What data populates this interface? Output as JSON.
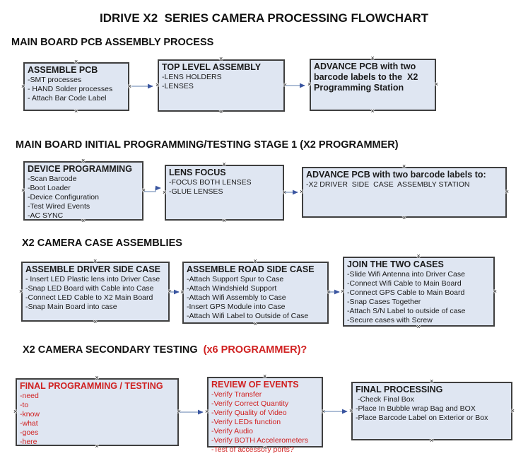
{
  "title": "IDRIVE X2  SERIES CAMERA PROCESSING FLOWCHART",
  "glyphs": {
    "handle": "×"
  },
  "colors": {
    "box_fill": "#dfe6f2",
    "box_border": "#3f3f3f",
    "arrow_line": "#94a9c9",
    "arrow_head": "#3a55a0",
    "accent_red": "#d02020",
    "text": "#1a1a1a"
  },
  "sections": [
    {
      "heading": "MAIN BOARD PCB ASSEMBLY PROCESS",
      "heading_accent": "",
      "boxes": [
        {
          "title": "ASSEMBLE PCB",
          "lines": [
            "-SMT processes",
            "- HAND Solder processes",
            "- Attach Bar Code Label"
          ]
        },
        {
          "title": "TOP LEVEL ASSEMBLY",
          "lines": [
            "-LENS HOLDERS",
            "-LENSES"
          ]
        },
        {
          "title": "ADVANCE PCB with two barcode labels to the  X2 Programming Station",
          "lines": []
        }
      ]
    },
    {
      "heading": "MAIN BOARD INITIAL PROGRAMMING/TESTING STAGE 1 (X2 PROGRAMMER)",
      "heading_accent": "",
      "boxes": [
        {
          "title": "DEVICE PROGRAMMING",
          "lines": [
            "-Scan Barcode",
            "-Boot Loader",
            "-Device Configuration",
            "-Test Wired Events",
            "-AC SYNC"
          ]
        },
        {
          "title": "LENS FOCUS",
          "lines": [
            "-FOCUS BOTH LENSES",
            "-GLUE LENSES"
          ]
        },
        {
          "title": "ADVANCE PCB with two barcode labels to:",
          "lines": [
            "-X2 DRIVER  SIDE  CASE  ASSEMBLY STATION"
          ]
        }
      ]
    },
    {
      "heading": "X2 CAMERA CASE ASSEMBLIES",
      "heading_accent": "",
      "boxes": [
        {
          "title": "ASSEMBLE DRIVER SIDE CASE",
          "lines": [
            "- Insert LED Plastic lens into Driver Case",
            "-Snap LED Board with Cable into Case",
            "-Connect LED Cable to X2 Main Board",
            "-Snap Main Board into case"
          ]
        },
        {
          "title": "ASSEMBLE ROAD SIDE CASE",
          "lines": [
            "-Attach Support Spur to Case",
            "-Attach Windshield Support",
            "-Attach Wifi Assembly to Case",
            "-Insert GPS Module into Case",
            "-Attach Wifi Label to Outside of Case"
          ]
        },
        {
          "title": "JOIN THE TWO CASES",
          "lines": [
            "-Slide Wifi Antenna into Driver Case",
            "-Connect Wifi Cable to Main Board",
            "-Connect GPS Cable to Main Board",
            "-Snap Cases Together",
            "-Attach S/N Label to outside of case",
            "-Secure cases with Screw"
          ]
        }
      ]
    },
    {
      "heading": "X2 CAMERA SECONDARY TESTING ",
      "heading_accent": " (x6 PROGRAMMER)?",
      "boxes": [
        {
          "title": "FINAL PROGRAMMING / TESTING",
          "lines": [
            "-need",
            "-to",
            "-know",
            "-what",
            "-goes",
            "-here"
          ]
        },
        {
          "title": "REVIEW OF EVENTS",
          "lines": [
            "-Verify Transfer",
            "-Verify Correct Quantity",
            "-Verify Quality of Video",
            "-Verify LEDs function",
            "-Verify Audio",
            "-Verify BOTH Accelerometers",
            "-Test of accessory ports?"
          ]
        },
        {
          "title": "FINAL PROCESSING",
          "lines": [
            " -Check Final Box",
            "-Place In Bubble wrap Bag and BOX",
            "-Place Barcode Label on Exterior or Box"
          ]
        }
      ]
    }
  ]
}
